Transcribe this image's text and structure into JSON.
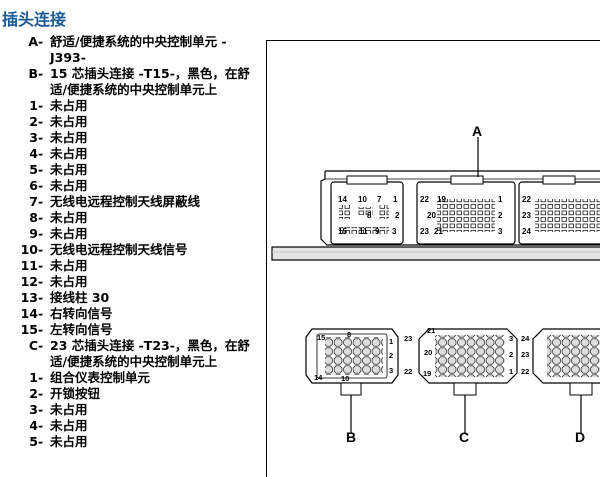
{
  "title": "插头连接",
  "legend": [
    {
      "key": "A",
      "text": "舒适/便捷系统的中央控制单元 -J393-"
    },
    {
      "key": "B",
      "text": "15 芯插头连接 -T15-，黑色，在舒适/便捷系统的中央控制单元上"
    },
    {
      "key": "1",
      "text": "未占用"
    },
    {
      "key": "2",
      "text": "未占用"
    },
    {
      "key": "3",
      "text": "未占用"
    },
    {
      "key": "4",
      "text": "未占用"
    },
    {
      "key": "5",
      "text": "未占用"
    },
    {
      "key": "6",
      "text": "未占用"
    },
    {
      "key": "7",
      "text": "无线电远程控制天线屏蔽线"
    },
    {
      "key": "8",
      "text": "未占用"
    },
    {
      "key": "9",
      "text": "未占用"
    },
    {
      "key": "10",
      "text": "无线电远程控制天线信号"
    },
    {
      "key": "11",
      "text": "未占用"
    },
    {
      "key": "12",
      "text": "未占用"
    },
    {
      "key": "13",
      "text": "接线柱 30"
    },
    {
      "key": "14",
      "text": "右转向信号"
    },
    {
      "key": "15",
      "text": "左转向信号"
    },
    {
      "key": "C",
      "text": "23 芯插头连接 -T23-，黑色，在舒适/便捷系统的中央控制单元上"
    },
    {
      "key": "1",
      "text": "组合仪表控制单元"
    },
    {
      "key": "2",
      "text": "开锁按钮"
    },
    {
      "key": "3",
      "text": "未占用"
    },
    {
      "key": "4",
      "text": "未占用"
    },
    {
      "key": "5",
      "text": "未占用"
    }
  ],
  "legend_sep": "-",
  "diagram": {
    "callouts": {
      "A": "A",
      "B": "B",
      "C": "C",
      "D": "D"
    },
    "top_b": {
      "p14": "14",
      "p10": "10",
      "p7": "7",
      "p1": "1",
      "p8": "8",
      "p2": "2",
      "p15": "15",
      "p11": "11",
      "p9": "9",
      "p3": "3"
    },
    "top_c": {
      "p22": "22",
      "p19": "19",
      "p1": "1",
      "p20": "20",
      "p2": "2",
      "p23": "23",
      "p21": "21",
      "p3": "3"
    },
    "top_d": {
      "p22": "22",
      "p23": "23",
      "p24": "24"
    },
    "bot_b": {
      "p15": "15",
      "p8": "8",
      "p1": "1",
      "p2": "2",
      "p3": "3",
      "p14": "14",
      "p10": "10"
    },
    "bot_c": {
      "p23": "23",
      "p21": "21",
      "p3": "3",
      "p20": "20",
      "p2": "2",
      "p22": "22",
      "p19": "19",
      "p1": "1"
    },
    "bot_d": {
      "p24": "24",
      "p23": "23",
      "p22": "22"
    }
  }
}
